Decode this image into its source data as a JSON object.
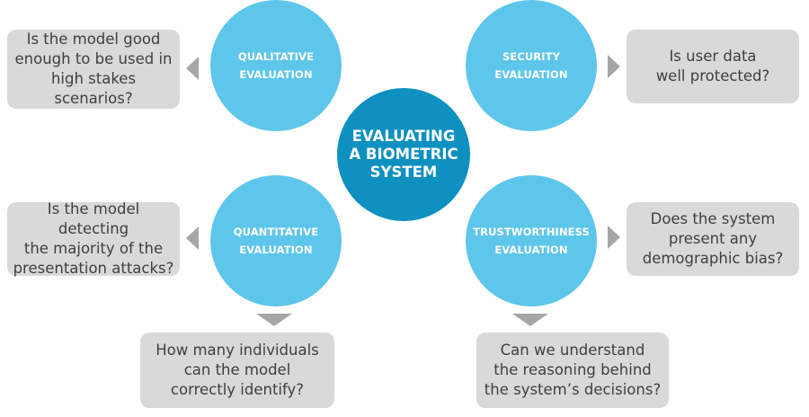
{
  "center": {
    "label": "EVALUATING\nA BIOMETRIC\nSYSTEM"
  },
  "nodes": {
    "qualitative": {
      "label": "QUALITATIVE\nEVALUATION",
      "question": "Is the model good\nenough to be used in\nhigh stakes scenarios?"
    },
    "security": {
      "label": "SECURITY\nEVALUATION",
      "question": "Is user data\nwell protected?"
    },
    "quantitative": {
      "label": "QUANTITATIVE\nEVALUATION",
      "question_side": "Is the model detecting\nthe majority of the\npresentation attacks?",
      "question_below": "How many individuals\ncan the model\ncorrectly identify?"
    },
    "trustworthiness": {
      "label": "TRUSTWORTHINESS\nEVALUATION",
      "question_side": "Does the system\npresent any\ndemographic bias?",
      "question_below": "Can we understand\nthe reasoning behind\nthe system’s decisions?"
    }
  },
  "colors": {
    "center_circle": "#0e90c0",
    "outer_circle": "#5ec6ea",
    "question_box": "#d9d9d9",
    "arrow": "#a6a6a6",
    "question_text": "#3f3f3f"
  }
}
